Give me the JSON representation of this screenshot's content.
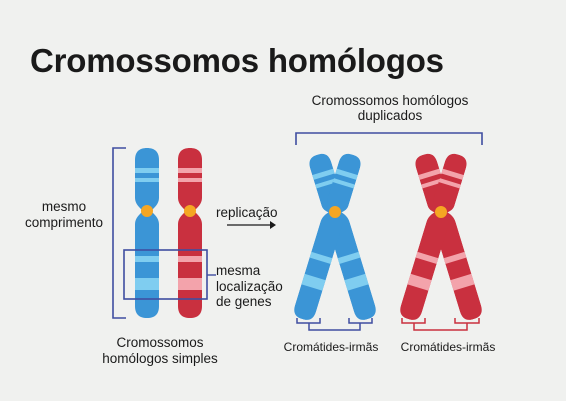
{
  "title": "Cromossomos homólogos",
  "labels": {
    "duplicated_line1": "Cromossomos homólogos",
    "duplicated_line2": "duplicados",
    "same_length_line1": "mesmo",
    "same_length_line2": "comprimento",
    "replication": "replicação",
    "gene_location_line1": "mesma",
    "gene_location_line2": "localização",
    "gene_location_line3": "de genes",
    "simple_line1": "Cromossomos",
    "simple_line2": "homólogos simples",
    "sister_chromatids_blue": "Cromátides-irmãs",
    "sister_chromatids_red": "Cromátides-irmãs"
  },
  "colors": {
    "blue": "#3b95d6",
    "blue_band": "#7fcdf0",
    "red": "#c9303f",
    "red_band": "#f3a3ab",
    "centromere": "#f5a623",
    "bracket": "#3f4ea1",
    "bracket_red": "#c9303f",
    "background": "#f0f1ef"
  }
}
